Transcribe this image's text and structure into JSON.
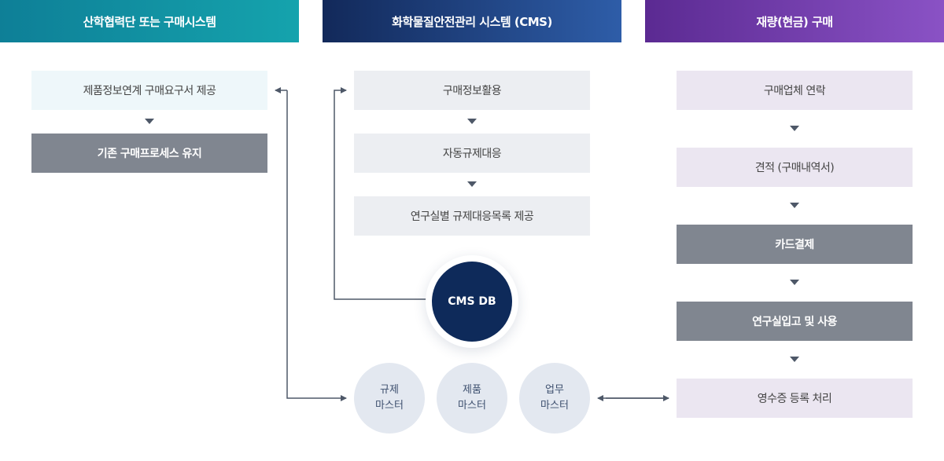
{
  "headers": {
    "col1": "산학협력단 또는 구매시스템",
    "col2": "화학물질안전관리 시스템 (CMS)",
    "col3": "재량(현금) 구매"
  },
  "col1": {
    "box1": "제품정보연계 구매요구서 제공",
    "box2": "기존 구매프로세스 유지"
  },
  "col2": {
    "box1": "구매정보활용",
    "box2": "자동규제대응",
    "box3": "연구실별 규제대응목록 제공",
    "db": "CMS DB"
  },
  "masters": [
    {
      "line1": "규제",
      "line2": "마스터"
    },
    {
      "line1": "제품",
      "line2": "마스터"
    },
    {
      "line1": "업무",
      "line2": "마스터"
    }
  ],
  "col3": {
    "box1": "구매업체 연락",
    "box2": "견적 (구매내역서)",
    "box3": "카드결제",
    "box4": "연구실입고 및 사용",
    "box5": "영수증 등록 처리"
  },
  "colors": {
    "header1": "#0e7f97",
    "header2": "#12295a",
    "header3": "#5b2a92",
    "dark_box": "#808690",
    "connector": "#4e5868"
  }
}
